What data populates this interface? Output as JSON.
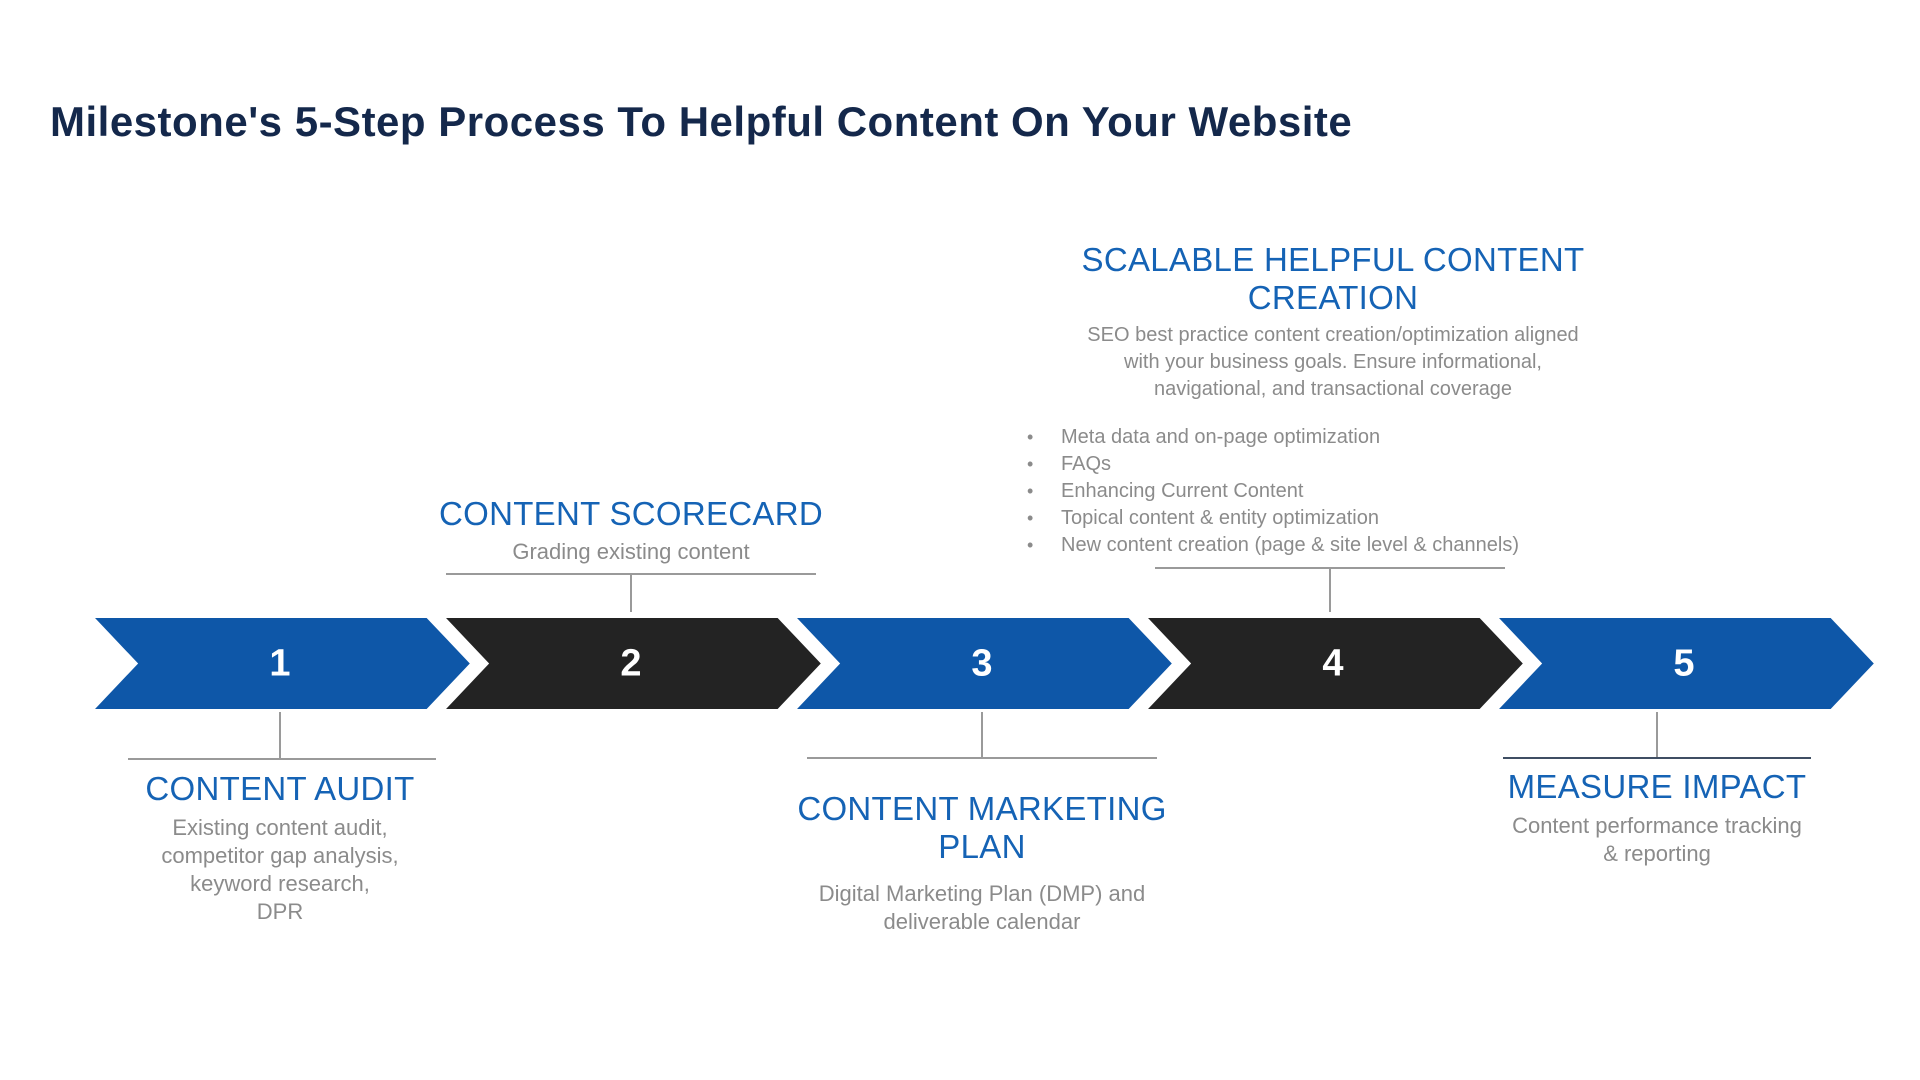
{
  "title": "Milestone's 5-Step Process To Helpful Content On Your Website",
  "colors": {
    "title_navy": "#14284b",
    "heading_blue": "#1563b5",
    "arrow_blue": "#0e57a8",
    "arrow_dark": "#232323",
    "body_gray": "#8b8b8b",
    "connector_gray": "#9a9a9a",
    "connector_dark_navy": "#3f4e63",
    "number_white": "#ffffff"
  },
  "steps": [
    {
      "number": "1",
      "arrow_color": "blue",
      "label_position": "below",
      "heading": "CONTENT AUDIT",
      "description_lines": [
        "Existing content audit,",
        "competitor gap analysis,",
        "keyword research,",
        "DPR"
      ]
    },
    {
      "number": "2",
      "arrow_color": "dark",
      "label_position": "above",
      "heading": "CONTENT SCORECARD",
      "description_lines": [
        "Grading existing content"
      ]
    },
    {
      "number": "3",
      "arrow_color": "blue",
      "label_position": "below",
      "heading": "CONTENT MARKETING PLAN",
      "description_lines": [
        "Digital Marketing Plan (DMP) and",
        "deliverable calendar"
      ]
    },
    {
      "number": "4",
      "arrow_color": "dark",
      "label_position": "above",
      "heading": "SCALABLE HELPFUL CONTENT CREATION",
      "description_lines": [
        "SEO best practice content creation/optimization aligned",
        "with your business goals. Ensure informational,",
        "navigational, and transactional coverage"
      ],
      "bullets": [
        "Meta data and on-page optimization",
        "FAQs",
        "Enhancing Current Content",
        "Topical content & entity optimization",
        "New content creation (page & site level & channels)"
      ]
    },
    {
      "number": "5",
      "arrow_color": "blue",
      "label_position": "below",
      "heading": "MEASURE IMPACT",
      "description_lines": [
        "Content performance tracking",
        "& reporting"
      ]
    }
  ]
}
